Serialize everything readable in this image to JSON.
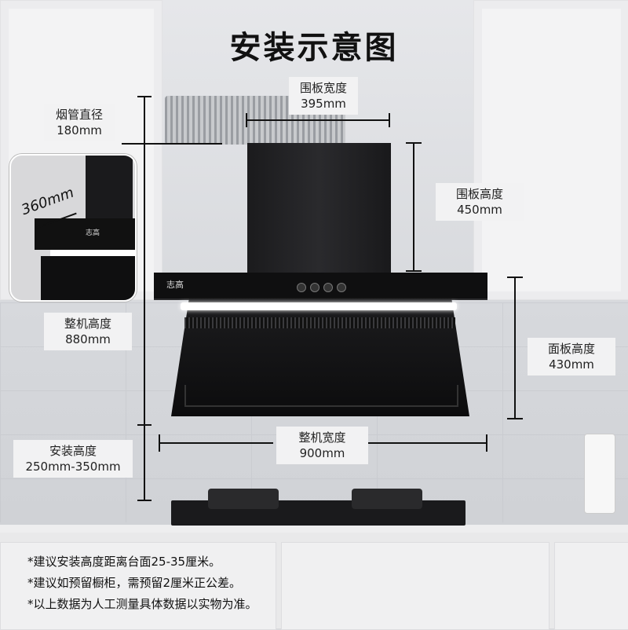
{
  "title": "安装示意图",
  "inset": {
    "brand": "志高",
    "dim": "360mm"
  },
  "hood": {
    "brand": "志高"
  },
  "dims": {
    "duct": {
      "name": "烟管直径",
      "value": "180mm"
    },
    "panel_width": {
      "name": "围板宽度",
      "value": "395mm"
    },
    "panel_height": {
      "name": "围板高度",
      "value": "450mm"
    },
    "total_height": {
      "name": "整机高度",
      "value": "880mm"
    },
    "face_height": {
      "name": "面板高度",
      "value": "430mm"
    },
    "total_width": {
      "name": "整机宽度",
      "value": "900mm"
    },
    "install_height": {
      "name": "安装高度",
      "value": "250mm-350mm"
    }
  },
  "notes": [
    "*建议安装高度距离台面25-35厘米。",
    "*建议如预留橱柜，需预留2厘米正公差。",
    "*以上数据为人工测量具体数据以实物为准。"
  ]
}
